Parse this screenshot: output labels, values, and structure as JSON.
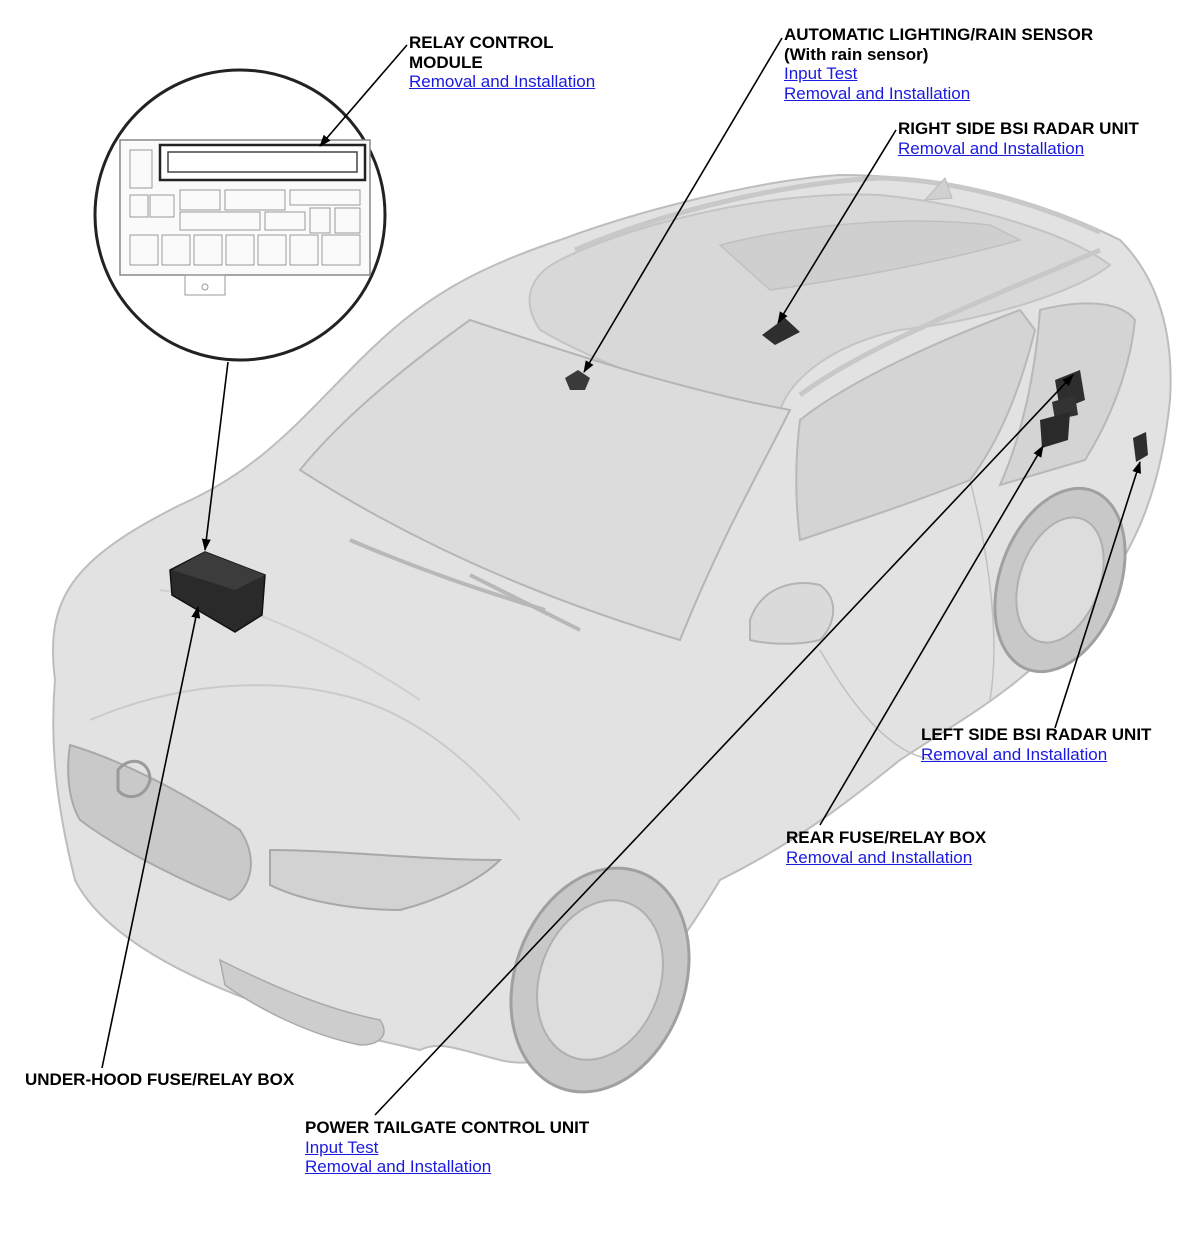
{
  "callouts": {
    "relay_control_module": {
      "title_line1": "RELAY CONTROL",
      "title_line2": "MODULE",
      "link_removal": "Removal and Installation"
    },
    "auto_lighting_rain_sensor": {
      "title_line1": "AUTOMATIC LIGHTING/RAIN SENSOR",
      "title_line2": "(With rain sensor)",
      "link_input_test": "Input Test",
      "link_removal": "Removal and Installation"
    },
    "right_side_bsi_radar": {
      "title": "RIGHT SIDE BSI RADAR UNIT",
      "link_removal": "Removal and Installation"
    },
    "left_side_bsi_radar": {
      "title": "LEFT SIDE BSI RADAR UNIT",
      "link_removal": "Removal and Installation"
    },
    "rear_fuse_relay_box": {
      "title": "REAR FUSE/RELAY BOX",
      "link_removal": "Removal and Installation"
    },
    "under_hood_fuse_relay_box": {
      "title": "UNDER-HOOD FUSE/RELAY BOX"
    },
    "power_tailgate_control_unit": {
      "title": "POWER TAILGATE CONTROL UNIT",
      "link_input_test": "Input Test",
      "link_removal": "Removal and Installation"
    }
  },
  "colors": {
    "link": "#1a1ae0",
    "text": "#000000",
    "vehicle_fill": "#e2e2e2",
    "vehicle_stroke": "#bdbdbd",
    "component": "#2a2a2a"
  }
}
